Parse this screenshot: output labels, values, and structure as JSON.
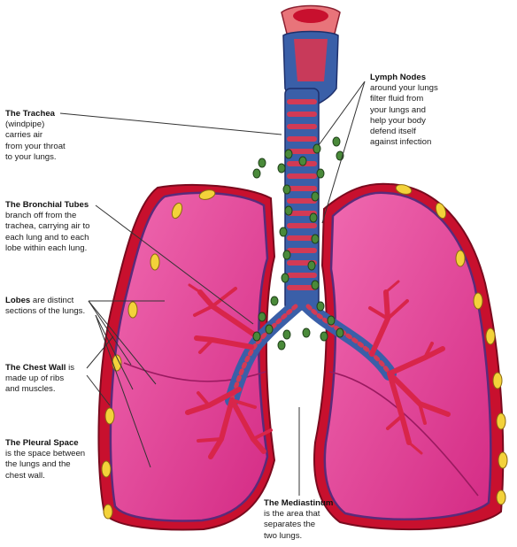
{
  "colors": {
    "lung_fill": "#e0338c",
    "lung_light": "#ee5aa6",
    "lung_outline": "#5a2a7a",
    "chest_wall": "#c8102e",
    "rib_ovals": "#f3d23a",
    "trachea_blue": "#3a5fa8",
    "trachea_red": "#d23a55",
    "bronchi_red": "#d8254a",
    "lymph_green": "#4a8a3a",
    "leader_line": "#333333"
  },
  "labels": {
    "trachea": {
      "title": "The Trachea",
      "body": "(windpipe)\ncarries air\nfrom your throat\nto your lungs."
    },
    "bronchial": {
      "title": "The Bronchial Tubes",
      "body": "branch off from the\ntrachea, carrying air to\neach lung and to each\nlobe within each lung."
    },
    "lobes": {
      "title": "Lobes",
      "body": " are distinct\nsections of the lungs."
    },
    "chest_wall": {
      "title": "The Chest Wall",
      "body": " is\nmade up of ribs\nand muscles."
    },
    "pleural": {
      "title": "The Pleural Space",
      "body": "is the space between\nthe lungs and the\nchest wall."
    },
    "lymph": {
      "title": "Lymph Nodes",
      "body": "around your lungs\nfilter fluid from\nyour lungs and\nhelp your body\ndefend itself\nagainst infection"
    },
    "mediastinum": {
      "title": "The Mediastinum",
      "body": "is the area that\nseparates the\ntwo lungs."
    }
  }
}
